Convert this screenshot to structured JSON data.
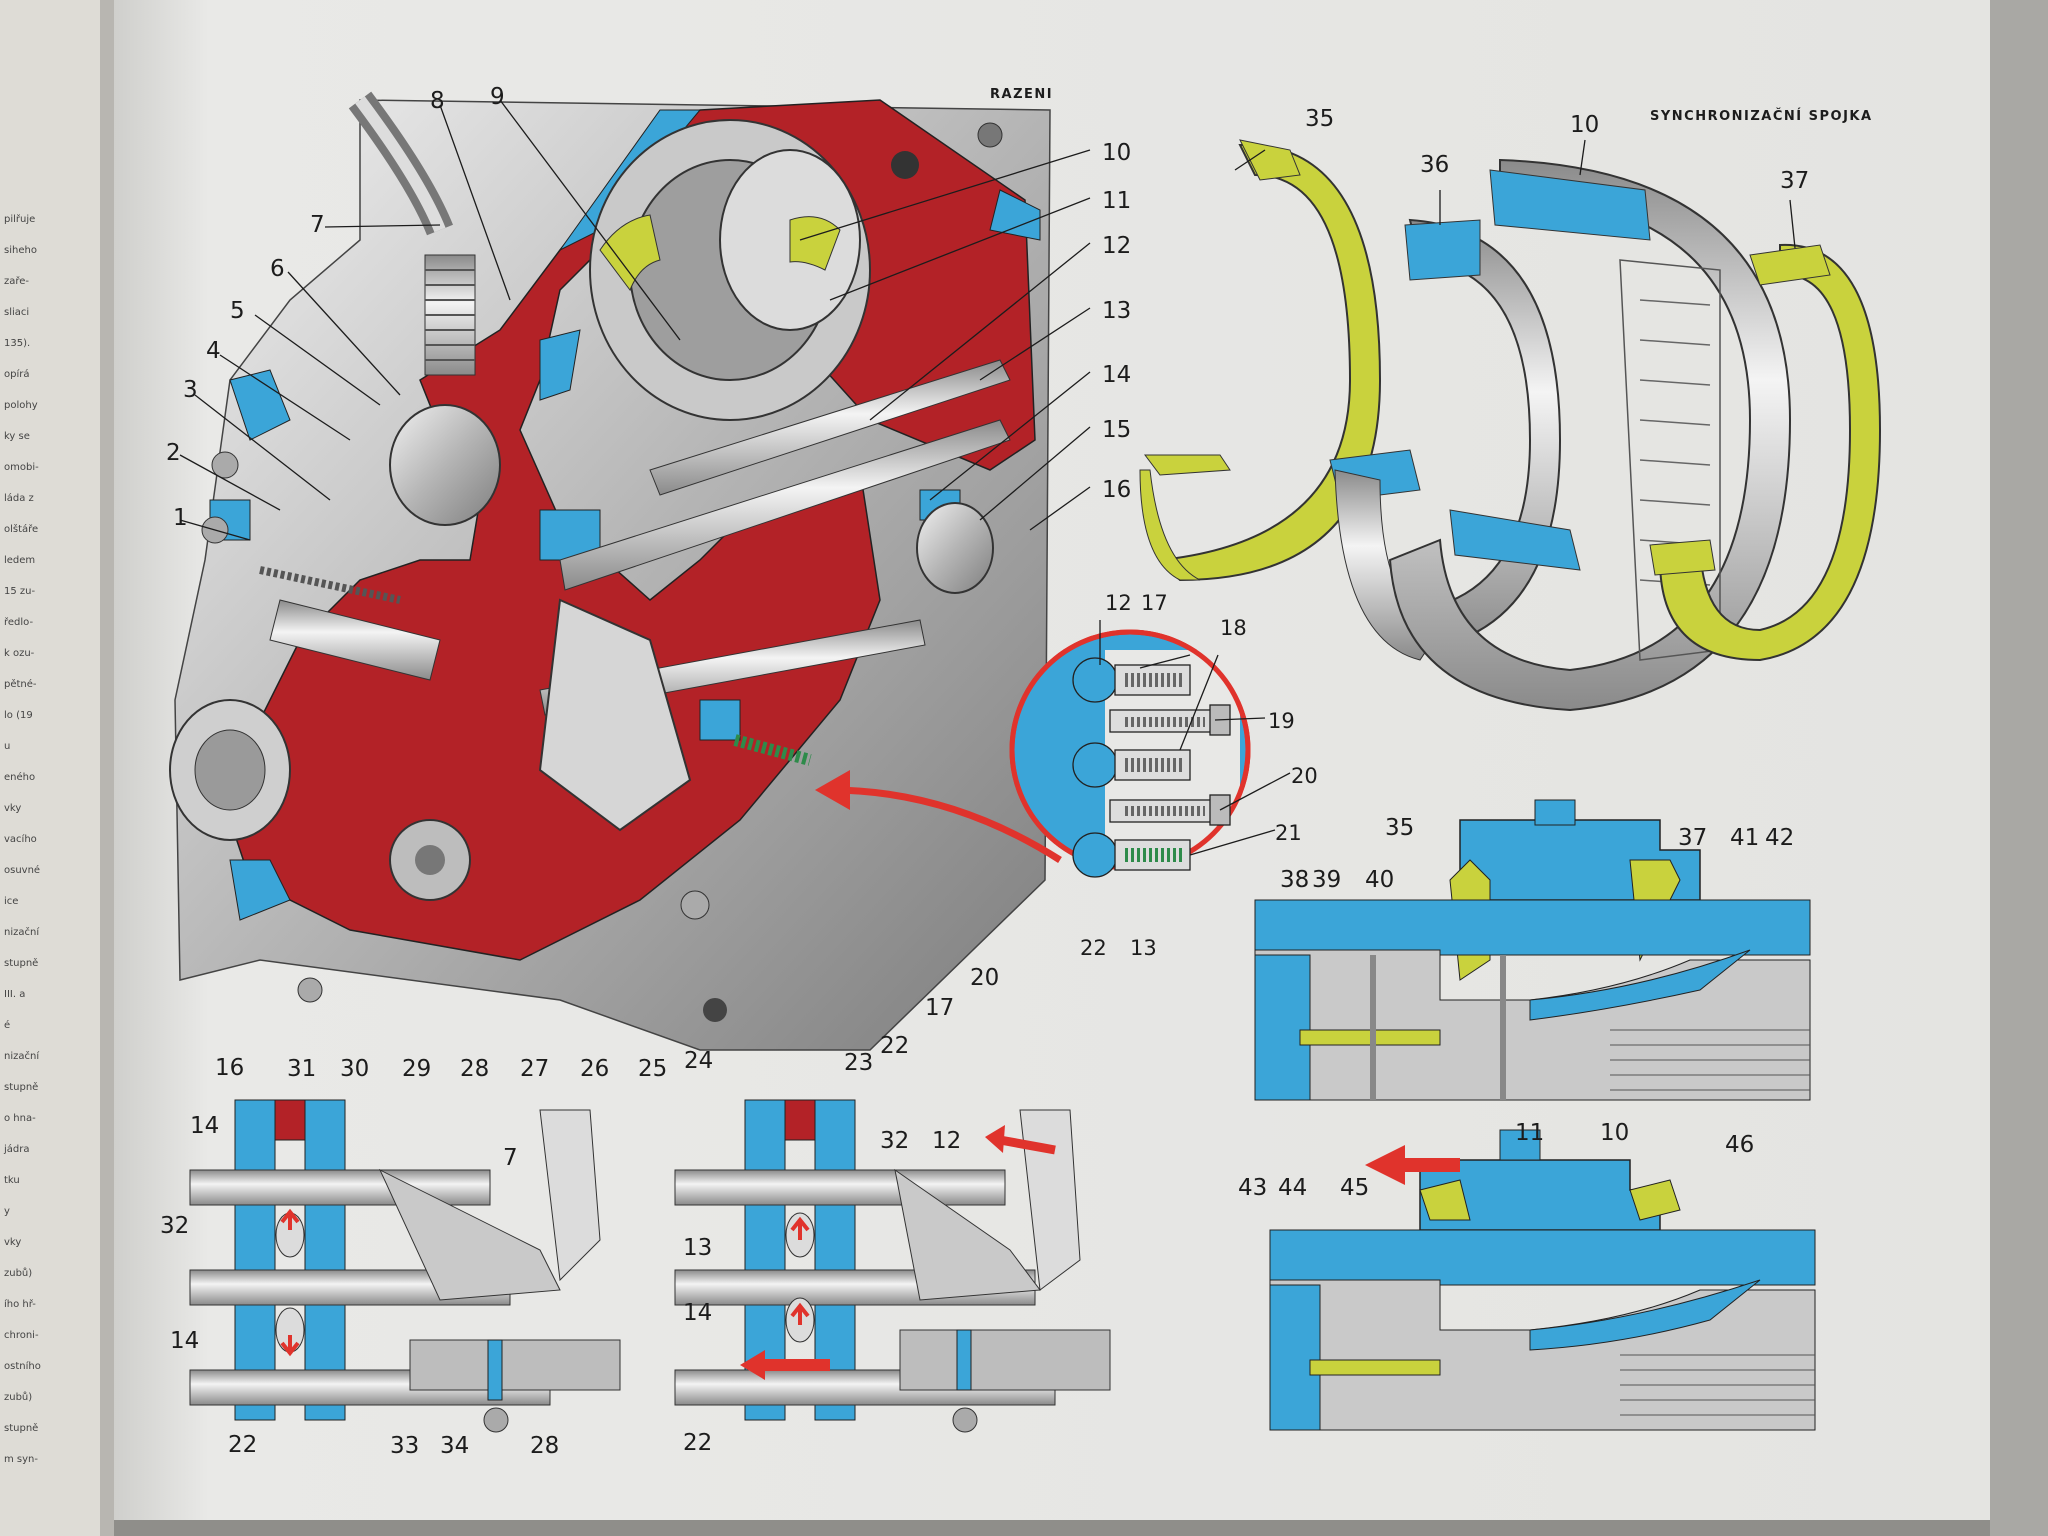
{
  "headings": {
    "left": "RAZENI",
    "right": "SYNCHRONIZAČNÍ SPOJKA"
  },
  "margin_fragments": [
    "pilřuje",
    "siheho",
    "zaře-",
    "sliaci",
    "135).",
    "opírá",
    "polohy",
    "ky se",
    "omobi-",
    "láda z",
    "olštáře",
    "ledem",
    "15 zu-",
    "ředlo-",
    "k ozu-",
    "pětné-",
    "lo (19",
    "u",
    "eného",
    "vky",
    "vacího",
    "osuvné",
    "ice",
    "nizační",
    "stupně",
    "III. a",
    "é",
    "nizační",
    "stupně",
    "o hna-",
    "jádra",
    "tku",
    "y",
    "vky",
    "zubů)",
    "ího hř-",
    "chroni-",
    "ostního",
    "zubů)",
    "stupně",
    "m syn-"
  ],
  "callouts": {
    "main": [
      "1",
      "2",
      "3",
      "4",
      "5",
      "6",
      "7",
      "8",
      "9",
      "10",
      "11",
      "12",
      "13",
      "14",
      "15",
      "16",
      "31",
      "30",
      "29",
      "28",
      "27",
      "26",
      "25",
      "24",
      "23",
      "22",
      "17",
      "20"
    ],
    "inset": [
      "12",
      "17",
      "18",
      "19",
      "20",
      "21",
      "22",
      "13"
    ],
    "sync_exploded": [
      "35",
      "36",
      "10",
      "37"
    ],
    "sync_section_top": [
      "35",
      "37",
      "41",
      "42",
      "38",
      "39",
      "40"
    ],
    "shift_left": [
      "16",
      "14",
      "32",
      "14",
      "7",
      "22",
      "33",
      "34",
      "28"
    ],
    "shift_mid": [
      "32",
      "12",
      "13",
      "14",
      "22"
    ],
    "sync_section_bottom": [
      "11",
      "10",
      "43",
      "44",
      "45",
      "46"
    ]
  },
  "colors": {
    "paper": "#e8e8e6",
    "blue": "#3ba5d8",
    "red": "#b32227",
    "yellow": "#c9d23d",
    "steel": "#b9b9b9",
    "arrow": "#e0332c"
  }
}
